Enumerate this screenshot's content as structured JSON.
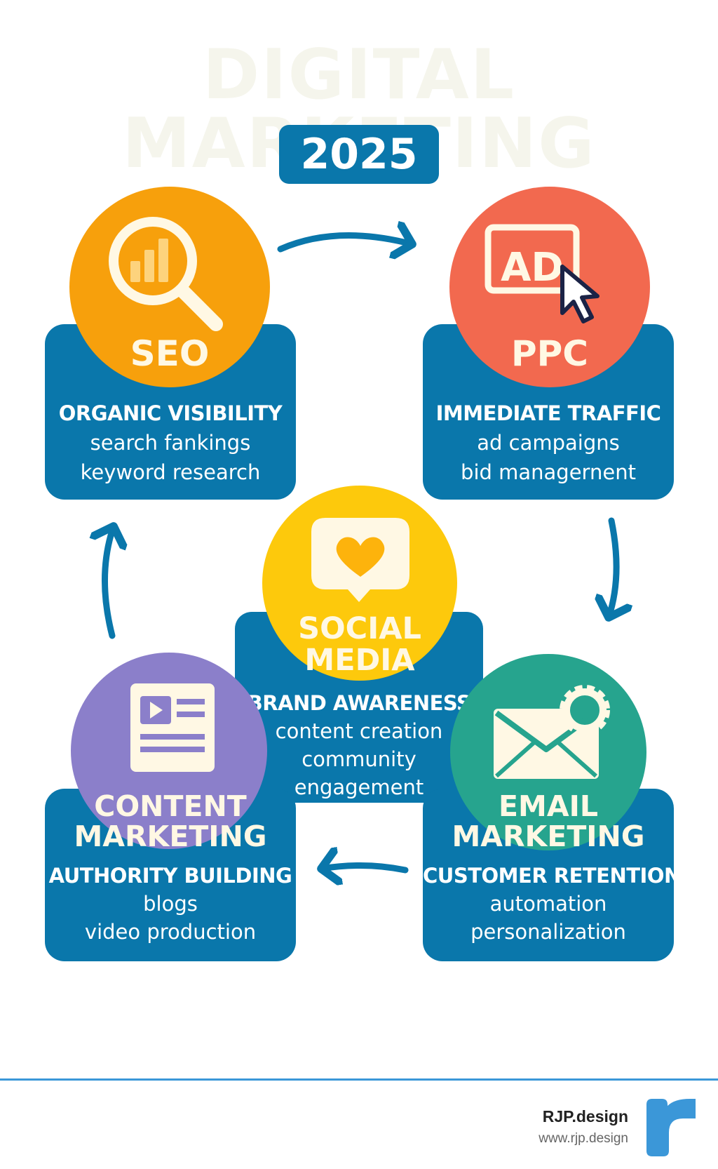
{
  "title": "DIGITAL MARKETING",
  "year": "2025",
  "nodes": {
    "seo": {
      "name": "SEO",
      "heading": "ORGANIC VISIBILITY",
      "lines": [
        "search fankings",
        "keyword research"
      ],
      "color": "#f7a00c",
      "icon": "magnifier-chart-icon"
    },
    "ppc": {
      "name": "PPC",
      "heading": "IMMEDIATE TRAFFIC",
      "lines": [
        "ad campaigns",
        "bid managernent"
      ],
      "icon_text": "AD",
      "color": "#f2694f",
      "icon": "ad-cursor-icon"
    },
    "social": {
      "name_lines": [
        "SOCIAL",
        "MEDIA"
      ],
      "heading": "BRAND AWARENESS",
      "lines": [
        "content creation",
        "community",
        "engagement"
      ],
      "color": "#fdc90c",
      "icon": "heart-chat-icon"
    },
    "content": {
      "name_lines": [
        "CONTENT",
        "MARKETING"
      ],
      "heading": "AUTHORITY BUILDING",
      "lines": [
        "blogs",
        "video production"
      ],
      "color": "#8b7fca",
      "icon": "video-article-icon"
    },
    "email": {
      "name_lines": [
        "EMAIL",
        "MARKETING"
      ],
      "heading": "CUSTOMER RETENTION",
      "lines": [
        "automation",
        "personalization"
      ],
      "color": "#26a48e",
      "icon": "envelope-gear-icon"
    }
  },
  "accent_color": "#0a77ab",
  "footer": {
    "brand": "RJP.design",
    "url": "www.rjp.design",
    "logo_color": "#3b97d8"
  }
}
